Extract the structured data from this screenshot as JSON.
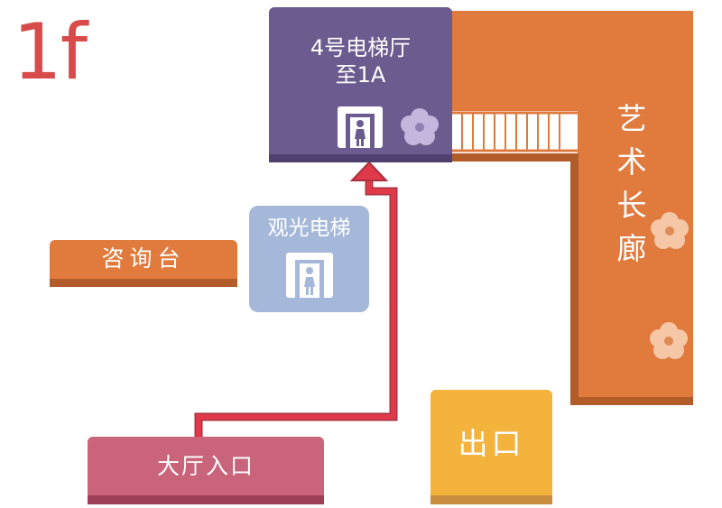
{
  "floor_label": "1f",
  "elevator4": {
    "title_line1": "4号电梯厅",
    "title_line2": "至1A"
  },
  "observation_elevator": {
    "title": "观光电梯"
  },
  "info_desk": {
    "title": "咨询台"
  },
  "hall_entrance": {
    "title": "大厅入口"
  },
  "exit": {
    "title": "出口"
  },
  "corridor": {
    "chars": [
      "艺",
      "术",
      "长",
      "廊"
    ]
  },
  "colors": {
    "floor_label": "#d94a4a",
    "elevator4": "#6b5b8f",
    "observation_elevator": "#a6b8d9",
    "info_desk": "#e07a3d",
    "hall_entrance": "#c9647a",
    "exit": "#f3b33d",
    "corridor": "#e07a3d",
    "route": "#d93a3a"
  },
  "icons": [
    "elevator-icon",
    "flower-icon",
    "route-arrow-icon"
  ]
}
